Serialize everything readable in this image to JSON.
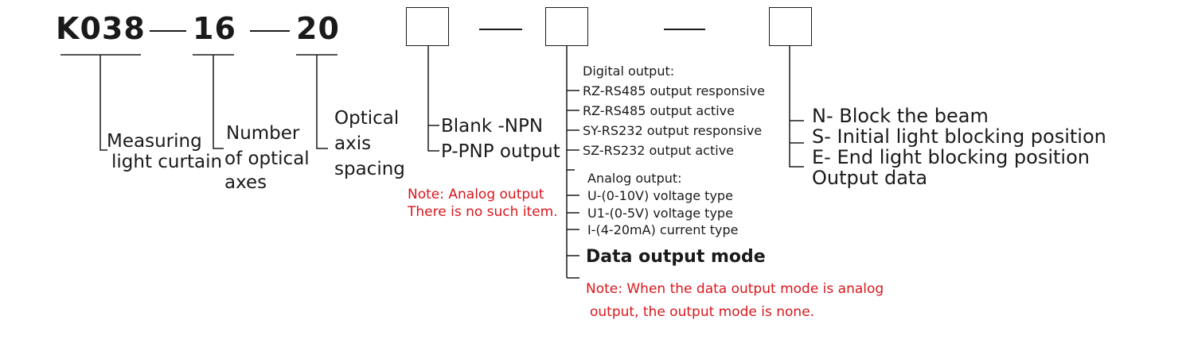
{
  "code": {
    "prefix": "K038",
    "axes": "16",
    "spacing": "20"
  },
  "labels": {
    "measuring_line1": "Measuring",
    "measuring_line2": "light curtain",
    "number_line1": "Number",
    "number_line2": "of optical",
    "number_line3": "axes",
    "optical_line1": "Optical",
    "optical_line2": "axis",
    "optical_line3": "spacing",
    "blank_npn": "Blank -NPN",
    "p_pnp": "P-PNP output",
    "note_analog_1": "Note: Analog output",
    "note_analog_2": "There is no such item."
  },
  "output_mode": {
    "digital_header": "Digital output:",
    "digital_items": [
      "RZ-RS485 output responsive",
      "RZ-RS485 output active",
      "SY-RS232 output responsive",
      "SZ-RS232 output active"
    ],
    "analog_header": "Analog output:",
    "analog_items": [
      "U-(0-10V) voltage type",
      "U1-(0-5V) voltage type",
      "I-(4-20mA) current type"
    ],
    "title": "Data output mode",
    "note_1": "Note: When the data output mode is analog",
    "note_2": "output, the output mode is none."
  },
  "output_data": {
    "items": [
      "N- Block the beam",
      "S- Initial light blocking position",
      "E- End light blocking position"
    ],
    "title": "Output data"
  },
  "colors": {
    "text": "#1a1a1a",
    "note": "#d9161c"
  }
}
